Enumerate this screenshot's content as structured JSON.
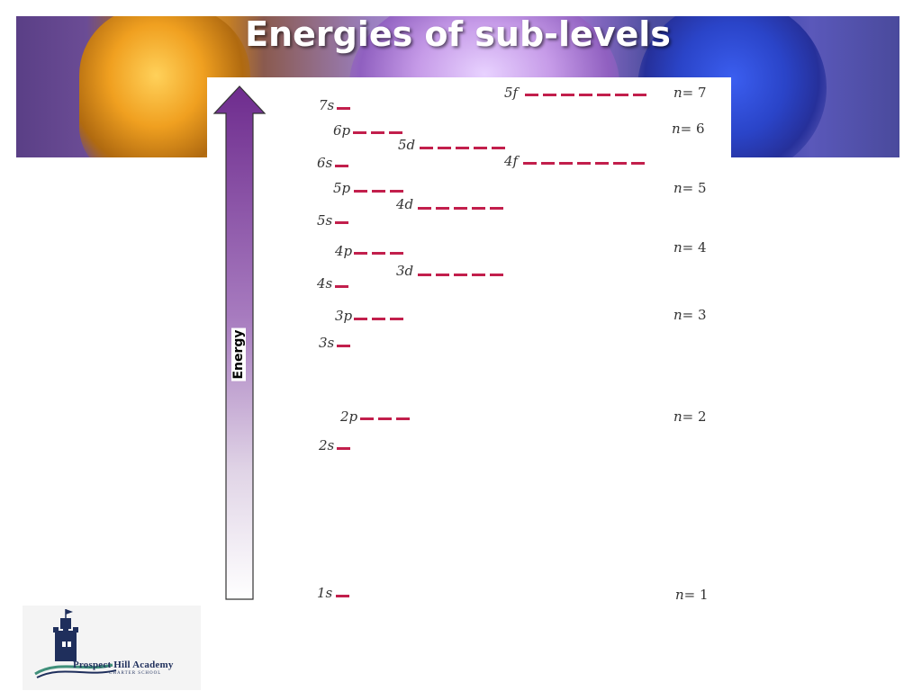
{
  "slide": {
    "title": "Energies of sub-levels"
  },
  "diagram": {
    "axis_label": "Energy",
    "sublevels": [
      {
        "id": "1s",
        "label": "1s",
        "orbitals": 1
      },
      {
        "id": "2s",
        "label": "2s",
        "orbitals": 1
      },
      {
        "id": "2p",
        "label": "2p",
        "orbitals": 3
      },
      {
        "id": "3s",
        "label": "3s",
        "orbitals": 1
      },
      {
        "id": "3p",
        "label": "3p",
        "orbitals": 3
      },
      {
        "id": "3d",
        "label": "3d",
        "orbitals": 5
      },
      {
        "id": "4s",
        "label": "4s",
        "orbitals": 1
      },
      {
        "id": "4p",
        "label": "4p",
        "orbitals": 3
      },
      {
        "id": "4d",
        "label": "4d",
        "orbitals": 5
      },
      {
        "id": "4f",
        "label": "4f",
        "orbitals": 7
      },
      {
        "id": "5s",
        "label": "5s",
        "orbitals": 1
      },
      {
        "id": "5p",
        "label": "5p",
        "orbitals": 3
      },
      {
        "id": "5d",
        "label": "5d",
        "orbitals": 5
      },
      {
        "id": "5f",
        "label": "5f",
        "orbitals": 7
      },
      {
        "id": "6s",
        "label": "6s",
        "orbitals": 1
      },
      {
        "id": "6p",
        "label": "6p",
        "orbitals": 3
      },
      {
        "id": "7s",
        "label": "7s",
        "orbitals": 1
      }
    ],
    "shells": [
      {
        "id": "n1",
        "symbol": "n",
        "value": "= 1"
      },
      {
        "id": "n2",
        "symbol": "n",
        "value": "= 2"
      },
      {
        "id": "n3",
        "symbol": "n",
        "value": "= 3"
      },
      {
        "id": "n4",
        "symbol": "n",
        "value": "= 4"
      },
      {
        "id": "n5",
        "symbol": "n",
        "value": "= 5"
      },
      {
        "id": "n6",
        "symbol": "n",
        "value": "= 6"
      },
      {
        "id": "n7",
        "symbol": "n",
        "value": "= 7"
      }
    ],
    "orbital_color": "#c21f4c",
    "arrow_color": "#7a3a9a"
  },
  "logo": {
    "name": "Prospect Hill Academy",
    "subtitle": "CHARTER SCHOOL"
  }
}
